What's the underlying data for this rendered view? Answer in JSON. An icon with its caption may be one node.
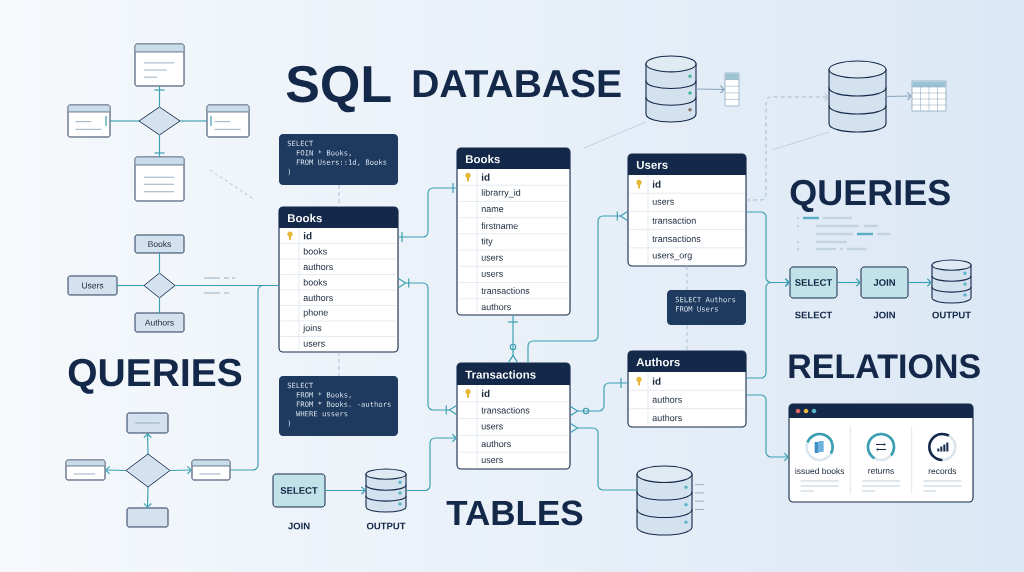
{
  "diagram": {
    "nodes": [
      {
        "text": [],
        "shape": "box"
      },
      {
        "text": [],
        "shape": "box"
      },
      {
        "text": [],
        "shape": "diamond"
      },
      {
        "text": [],
        "shape": "box"
      },
      {
        "text": [],
        "shape": "box"
      },
      {
        "text": [],
        "shape": "cylinder"
      },
      {
        "text": [],
        "shape": "table"
      },
      {
        "text": [],
        "shape": "cylinder"
      },
      {
        "text": [],
        "shape": "table"
      },
      {
        "text": [
          "SELECT",
          "FOIN * Books,",
          "FROM Users::1d, Books",
          ")"
        ]
      },
      {
        "text": [
          "Books",
          "id",
          "librarry_id",
          "name",
          "firstname",
          "tity",
          "users",
          "users",
          "transactions",
          "authors"
        ]
      },
      {
        "text": [
          "Users",
          "id",
          "users",
          "transaction",
          "transactions",
          "users_org"
        ]
      },
      {
        "text": [
          "Books",
          "id",
          "books",
          "authors",
          "books",
          "authors",
          "phone",
          "joins",
          "users"
        ]
      },
      {
        "text": [
          "Books"
        ]
      },
      {
        "text": [
          "Users"
        ]
      },
      {
        "text": [],
        "shape": "diamond"
      },
      {
        "text": [
          "Authors"
        ]
      },
      {
        "text": [
          "SELECT"
        ],
        "beside": [
          "SELECT"
        ]
      },
      {
        "text": [
          "JOIN"
        ],
        "beside": [
          "JOIN"
        ]
      },
      {
        "text": [],
        "shape": "cylinder",
        "beside": [
          "OUTPUT"
        ]
      },
      {
        "text": [
          "SELECT Authors",
          "FROM Users"
        ]
      },
      {
        "text": [
          "Authors",
          "id",
          "authors",
          "authors"
        ]
      },
      {
        "text": [
          "Transactions",
          "id",
          "transactions",
          "users",
          "authors",
          "users"
        ]
      },
      {
        "text": [
          "SELECT",
          "FROM * Books,",
          "FROM * Books. -authors",
          "WHERE ussers",
          ")"
        ]
      },
      {
        "text": [
          "issued books",
          "returns",
          "records"
        ]
      },
      {
        "text": [],
        "shape": "box"
      },
      {
        "text": [],
        "shape": "box"
      },
      {
        "text": [],
        "shape": "diamond"
      },
      {
        "text": [],
        "shape": "box"
      },
      {
        "text": [],
        "shape": "box"
      },
      {
        "text": [],
        "shape": "cylinder"
      },
      {
        "text": [
          "SELECT"
        ],
        "beside": [
          "JOIN"
        ]
      },
      {
        "text": [],
        "shape": "cylinder",
        "beside": [
          "OUTPUT"
        ]
      }
    ],
    "edges": [
      {
        "from": 2,
        "to": 0,
        "arrow": "other"
      },
      {
        "from": 2,
        "to": 1,
        "arrow": "other"
      },
      {
        "from": 2,
        "to": 3,
        "arrow": "other"
      },
      {
        "from": 2,
        "to": 4,
        "arrow": "other"
      },
      {
        "from": 5,
        "to": 6,
        "arrow": "to",
        "color": "#8aa3ba"
      },
      {
        "from": 7,
        "to": 8,
        "arrow": "to",
        "color": "#8aa3ba"
      },
      {
        "from": 11,
        "to": 7,
        "arrow": "to",
        "style": "dashed",
        "color": "#9fb4c7"
      },
      {
        "from": 9,
        "to": 12,
        "arrow": "none",
        "style": "dashed",
        "color": "#a9bccd"
      },
      {
        "from": 12,
        "to": 10,
        "arrow": "other"
      },
      {
        "from": 13,
        "to": 15,
        "arrow": "none"
      },
      {
        "from": 14,
        "to": 15,
        "arrow": "none"
      },
      {
        "from": 16,
        "to": 15,
        "arrow": "none"
      },
      {
        "from": 15,
        "to": 12,
        "arrow": "none"
      },
      {
        "from": 28,
        "to": 12,
        "arrow": "none"
      },
      {
        "from": 12,
        "to": 22,
        "arrow": "other"
      },
      {
        "from": 10,
        "to": 22,
        "arrow": "other"
      },
      {
        "from": 22,
        "to": 11,
        "arrow": "other"
      },
      {
        "from": 22,
        "to": 21,
        "arrow": "other"
      },
      {
        "from": 11,
        "to": 20,
        "arrow": "none",
        "style": "dashed",
        "color": "#a9bccd"
      },
      {
        "from": 20,
        "to": 21,
        "arrow": "none",
        "style": "dashed",
        "color": "#a9bccd"
      },
      {
        "from": 12,
        "to": 23,
        "arrow": "none",
        "style": "dashed",
        "color": "#a9bccd"
      },
      {
        "from": 11,
        "to": 17,
        "arrow": "to"
      },
      {
        "from": 21,
        "to": 17,
        "arrow": "to"
      },
      {
        "from": 17,
        "to": 18,
        "arrow": "to"
      },
      {
        "from": 18,
        "to": 19,
        "arrow": "to"
      },
      {
        "from": 21,
        "to": 24,
        "arrow": "to"
      },
      {
        "from": 27,
        "to": 25,
        "arrow": "to"
      },
      {
        "from": 27,
        "to": 26,
        "arrow": "to"
      },
      {
        "from": 27,
        "to": 28,
        "arrow": "to"
      },
      {
        "from": 27,
        "to": 29,
        "arrow": "to"
      },
      {
        "from": 31,
        "to": 32,
        "arrow": "to"
      },
      {
        "from": 32,
        "to": 22,
        "arrow": "to"
      },
      {
        "from": 22,
        "to": 30,
        "arrow": "other"
      },
      {
        "from": null,
        "to": 5,
        "arrow": "none",
        "color": "#b8c9d8"
      },
      {
        "from": null,
        "to": 7,
        "arrow": "none",
        "color": "#b8c9d8"
      }
    ],
    "labels": [
      "SQL",
      "DATABASE",
      "QUERIES",
      "RELATIONS",
      "QUERIES",
      "TABLES"
    ]
  }
}
